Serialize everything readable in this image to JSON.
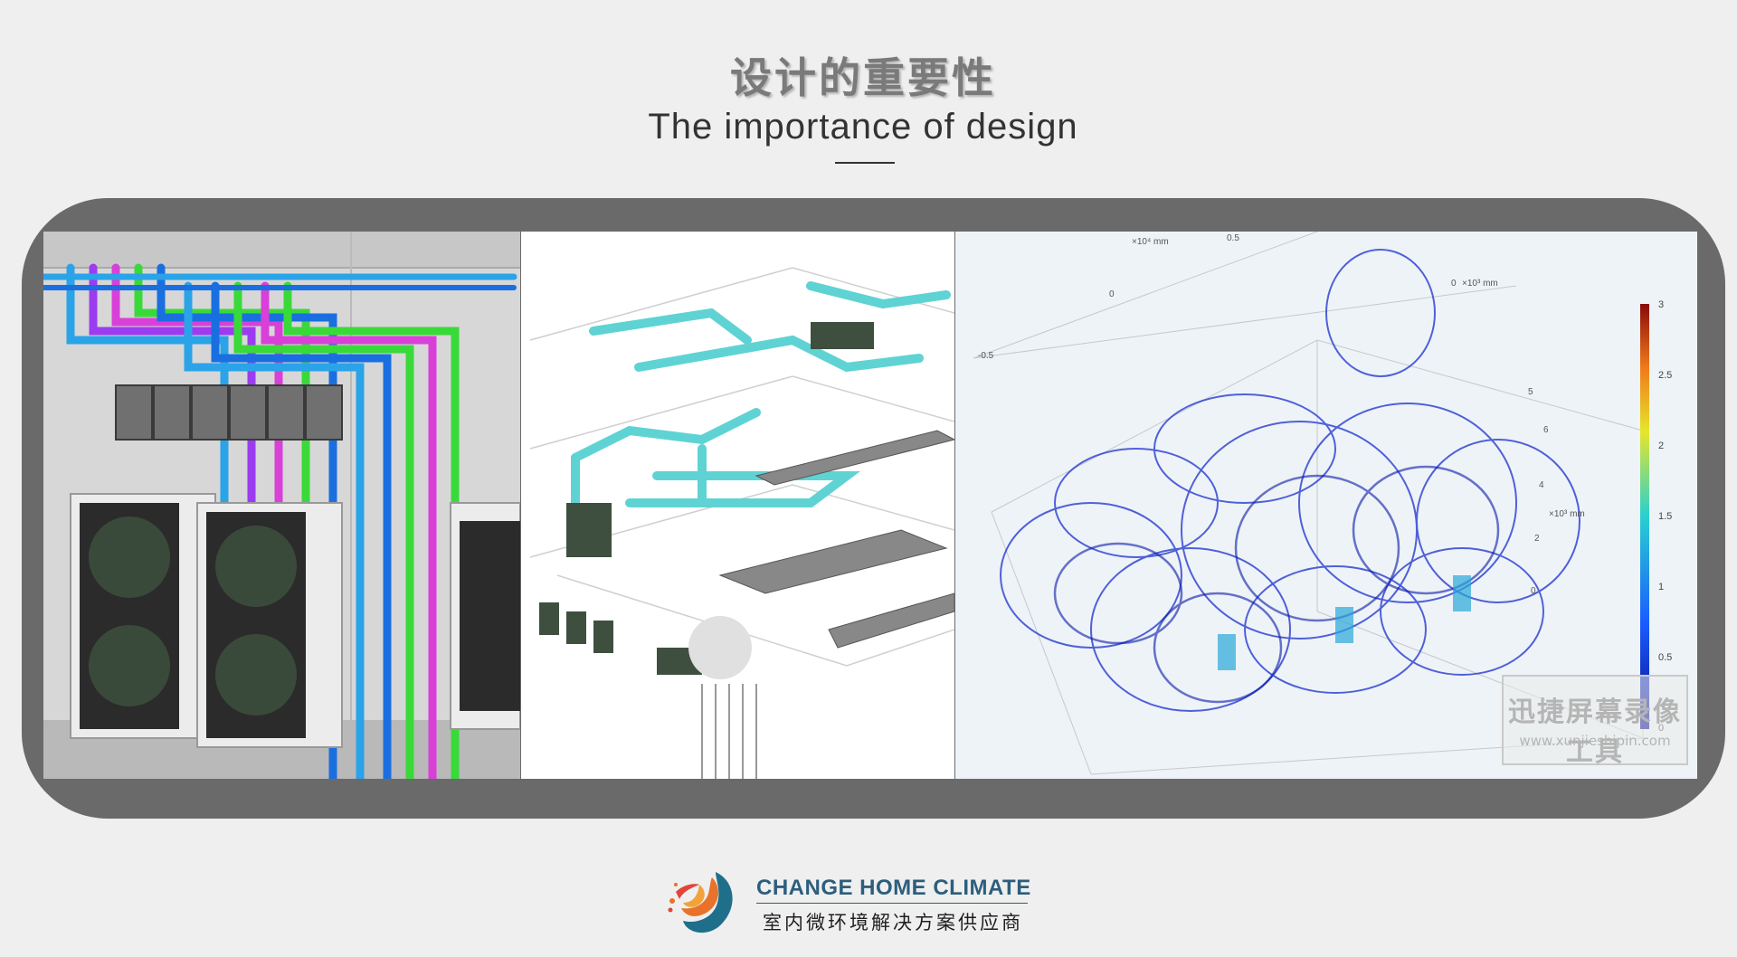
{
  "header": {
    "title_cn": "设计的重要性",
    "title_en": "The importance of design"
  },
  "gallery": {
    "panels": [
      {
        "subject": "outdoor-units-piping-render"
      },
      {
        "subject": "hvac-ductwork-isometric"
      },
      {
        "subject": "airflow-streamline-simulation",
        "axis_labels": [
          "×10⁴ mm",
          "0.5",
          "0",
          "-0.5",
          "0",
          "×10³ mm",
          "×10³ mm",
          "5",
          "6",
          "4",
          "2",
          "0"
        ],
        "colorbar_ticks": [
          "3",
          "2.5",
          "2",
          "1.5",
          "1",
          "0.5",
          "0"
        ],
        "watermark_title": "迅捷屏幕录像工具",
        "watermark_url": "www.xunjieshipin.com"
      }
    ]
  },
  "footer": {
    "brand_en": "CHANGE HOME CLIMATE",
    "brand_cn": "室内微环境解决方案供应商"
  },
  "colors": {
    "frame": "#6a6a6a",
    "brand_blue": "#2c5e7d",
    "logo_orange": "#e8722a",
    "logo_teal": "#1f6f8b"
  }
}
